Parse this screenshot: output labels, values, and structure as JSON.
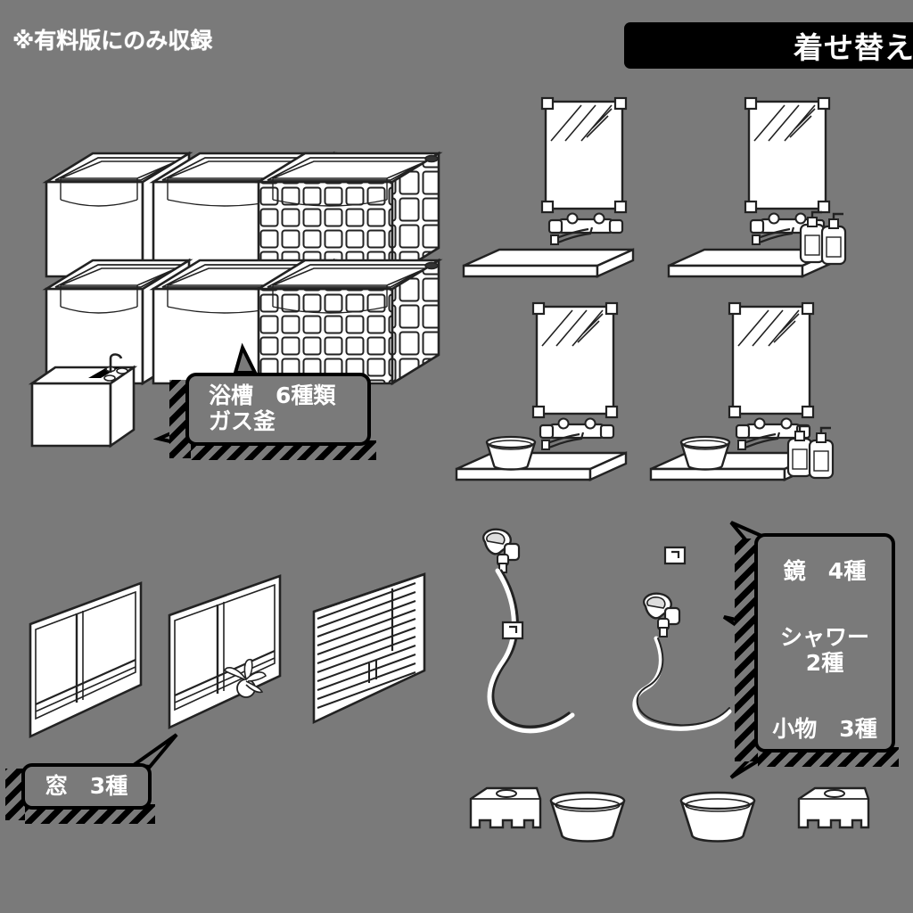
{
  "page": {
    "background_color": "#7a7a7a",
    "note_text": "※有料版にのみ収録",
    "banner_label": "着せ替え",
    "banner_color": "#000000",
    "outline_color": "#000000",
    "fill_color": "#ffffff",
    "text_color": "#ffffff"
  },
  "callouts": {
    "bathtub": {
      "line1": "浴槽　6種類",
      "line2": "ガス釜"
    },
    "window": {
      "line1": "窓　3種"
    },
    "items": {
      "line1": "鏡　4種",
      "line2": "シャワー",
      "line3": "2種",
      "line4": "小物　3種"
    }
  },
  "sections": {
    "bathtubs": {
      "name": "bathtub-set",
      "count": 6,
      "rows": 2,
      "columns": 3,
      "variants": [
        "plain",
        "plain-wide",
        "tiled"
      ]
    },
    "gas_heater": {
      "name": "gas-water-heater",
      "count": 1
    },
    "mirror_units": {
      "name": "mirror-vanity-set",
      "count": 4,
      "variants": [
        "mirror-shelf-faucet",
        "mirror-shelf-faucet-bottles",
        "mirror-shelf-faucet-basin",
        "mirror-shelf-faucet-basin-bottles"
      ]
    },
    "windows": {
      "name": "window-set",
      "count": 3,
      "variants": [
        "sliding-window",
        "sliding-window-with-plant",
        "louver-window"
      ]
    },
    "showers": {
      "name": "shower-set",
      "count": 2,
      "variants": [
        "shower-hanging-long-hose",
        "shower-hanging-low-hose"
      ]
    },
    "small_items": {
      "name": "small-item-set",
      "count": 3,
      "variants": [
        "bath-stool",
        "wash-basin",
        "bath-stool"
      ]
    }
  }
}
